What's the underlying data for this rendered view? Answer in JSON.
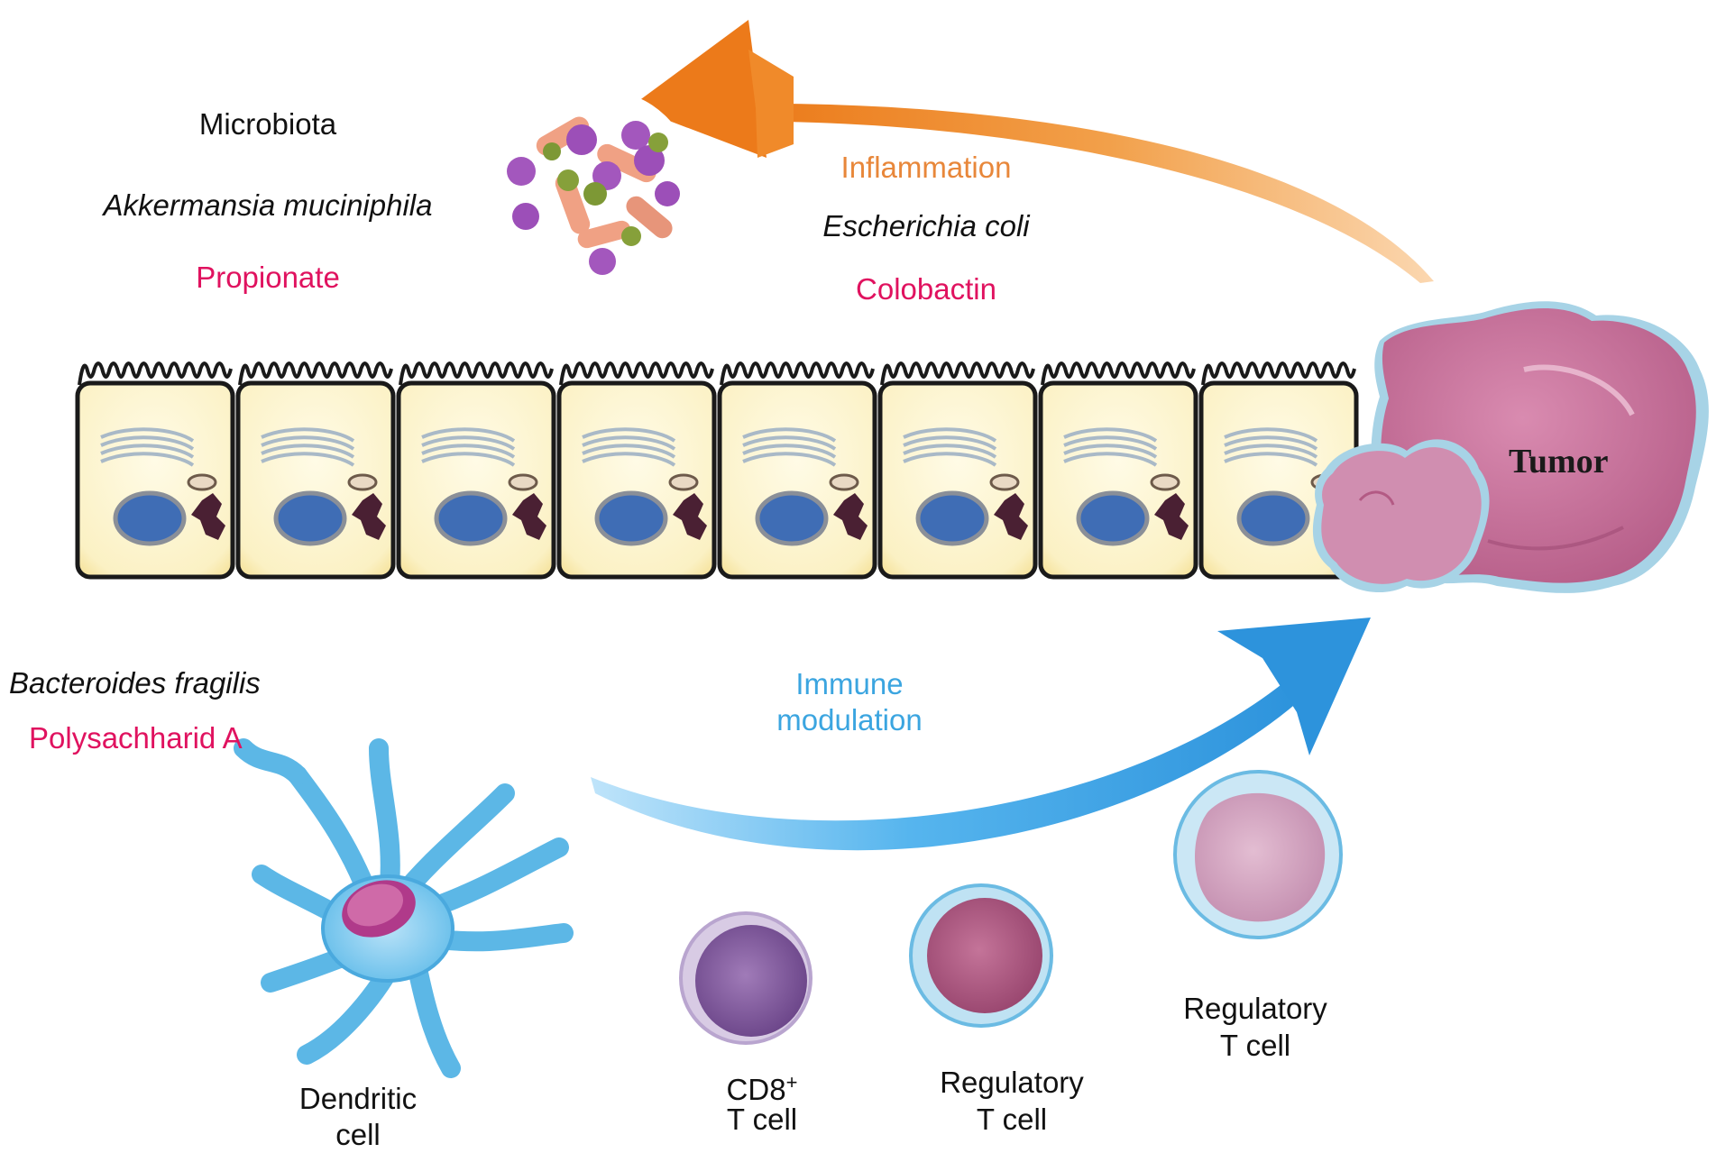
{
  "top_left_labels": {
    "microbiota": "Microbiota",
    "akkermansia": "Akkermansia muciniphila",
    "propionate": "Propionate"
  },
  "top_right_labels": {
    "inflammation": "Inflammation",
    "ecoli": "Escherichia coli",
    "colobactin": "Colobactin"
  },
  "tumor_label": "Tumor",
  "bottom_left_labels": {
    "bacteroides": "Bacteroides fragilis",
    "psa": "Polysachharid A"
  },
  "immune_modulation": {
    "line1": "Immune",
    "line2": "modulation"
  },
  "cells": {
    "dendritic": {
      "line1": "Dendritic",
      "line2": "cell"
    },
    "cd8": {
      "line1": "CD8",
      "sup": "+",
      "line2": "T cell"
    },
    "treg1": {
      "line1": "Regulatory",
      "line2": "T cell"
    },
    "treg2": {
      "line1": "Regulatory",
      "line2": "T cell"
    }
  },
  "colors": {
    "pink_text": "#e0125f",
    "orange_arrow": "#ef8a2e",
    "blue_arrow": "#3aa6e6",
    "epithelium_fill": "#fbf3cc",
    "nucleus": "#3f6db5",
    "tumor": "#c46a95"
  }
}
